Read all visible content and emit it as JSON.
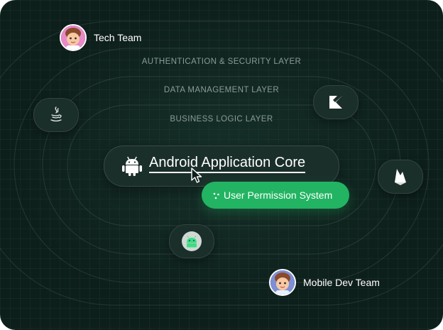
{
  "teams": {
    "top": {
      "name": "Tech Team"
    },
    "bottom": {
      "name": "Mobile Dev Team"
    }
  },
  "layers": {
    "outer": "AUTHENTICATION & SECURITY LAYER",
    "middle": "DATA MANAGEMENT LAYER",
    "inner": "BUSINESS LOGIC LAYER"
  },
  "core": {
    "title": "Android Application Core",
    "icon": "android-icon"
  },
  "permission_pill": {
    "label": "User Permission System",
    "icon": "dots-icon"
  },
  "tech_icons": [
    "java-icon",
    "kotlin-icon",
    "firebase-icon",
    "android-studio-icon"
  ],
  "colors": {
    "background": "#0d1f1b",
    "accent_green": "#22b462",
    "card_surface": "#1b2f2a",
    "label_gray": "#8a9b95"
  }
}
